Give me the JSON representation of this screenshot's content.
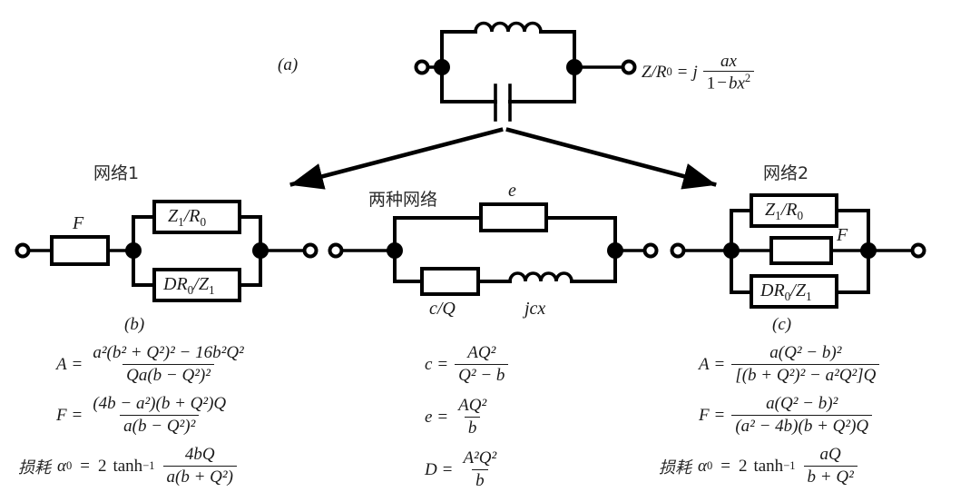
{
  "figure": {
    "panel_labels": {
      "a": "(a)",
      "b": "(b)",
      "c": "(c)"
    },
    "network_titles": {
      "left": "网络1",
      "middle": "两种网络",
      "right": "网络2"
    },
    "loss_label": "损耗"
  },
  "top_circuit": {
    "name": "parallel-lc-resonator",
    "elements": {
      "inductor": "",
      "capacitor": ""
    },
    "impedance_formula": {
      "lhs": "Z/R",
      "lhs_sub": "0",
      "equals": "=",
      "j": "j",
      "numerator": "ax",
      "denominator_1": "1",
      "denominator_minus": "−",
      "denominator_2": "bx",
      "denominator_2_exp": "2"
    }
  },
  "left_network": {
    "series_element": "F",
    "branch_top": {
      "main": "Z",
      "sub": "1",
      "tail": "/R",
      "tail_sub": "0"
    },
    "branch_bottom": {
      "main": "DR",
      "sub": "0",
      "tail": "/Z",
      "tail_sub": "1"
    }
  },
  "middle_network": {
    "branch_top": "e",
    "branch_bottom_resistor": "c/Q",
    "branch_bottom_inductor": "jcx"
  },
  "right_network": {
    "branch_top": {
      "main": "Z",
      "sub": "1",
      "tail": "/R",
      "tail_sub": "0"
    },
    "branch_middle": "F",
    "branch_bottom": {
      "main": "DR",
      "sub": "0",
      "tail": "/Z",
      "tail_sub": "1"
    }
  },
  "formulas_left": {
    "A": {
      "lhs": "A",
      "eq": "=",
      "num": "a²(b² + Q²)² − 16b²Q²",
      "den": "Qa(b − Q²)²"
    },
    "F": {
      "lhs": "F",
      "eq": "=",
      "num": "(4b − a²)(b + Q²)Q",
      "den": "a(b − Q²)²"
    },
    "alpha": {
      "label": "损耗",
      "lhs": "α",
      "lhs_sub": "0",
      "eq": "=",
      "coef": "2",
      "fn": "tanh",
      "fn_exp": "−1",
      "num": "4bQ",
      "den": "a(b + Q²)"
    }
  },
  "formulas_middle": {
    "c": {
      "lhs": "c",
      "eq": "=",
      "num": "AQ²",
      "den": "Q² − b"
    },
    "e": {
      "lhs": "e",
      "eq": "=",
      "num": "AQ²",
      "den": "b"
    },
    "D": {
      "lhs": "D",
      "eq": "=",
      "num": "A²Q²",
      "den": "b"
    }
  },
  "formulas_right": {
    "A": {
      "lhs": "A",
      "eq": "=",
      "num": "a(Q² − b)²",
      "den": "[(b + Q²)² − a²Q²]Q"
    },
    "F": {
      "lhs": "F",
      "eq": "=",
      "num": "a(Q² − b)²",
      "den": "(a² − 4b)(b + Q²)Q"
    },
    "alpha": {
      "label": "损耗",
      "lhs": "α",
      "lhs_sub": "0",
      "eq": "=",
      "coef": "2",
      "fn": "tanh",
      "fn_exp": "−1",
      "num": "aQ",
      "den": "b + Q²"
    }
  },
  "colors": {
    "ink": "#1a1a1a",
    "stroke": "#000000",
    "background": "#ffffff"
  }
}
